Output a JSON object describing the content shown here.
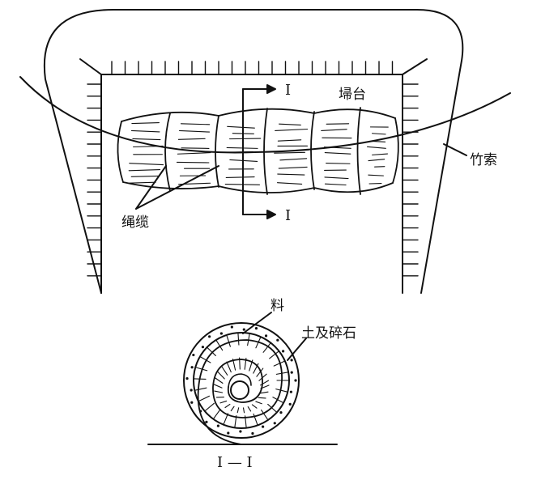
{
  "diagram": {
    "plan_view": {
      "labels": {
        "platform": "埽台",
        "bamboo_rope": "竹索",
        "rope_cable": "绳缆",
        "section_mark_top": "I",
        "section_mark_bottom": "I"
      }
    },
    "section_view": {
      "labels": {
        "material": "料",
        "soil_gravel": "土及碎石",
        "section_title": "I — I"
      }
    },
    "colors": {
      "line": "#111111",
      "background": "#ffffff"
    }
  }
}
